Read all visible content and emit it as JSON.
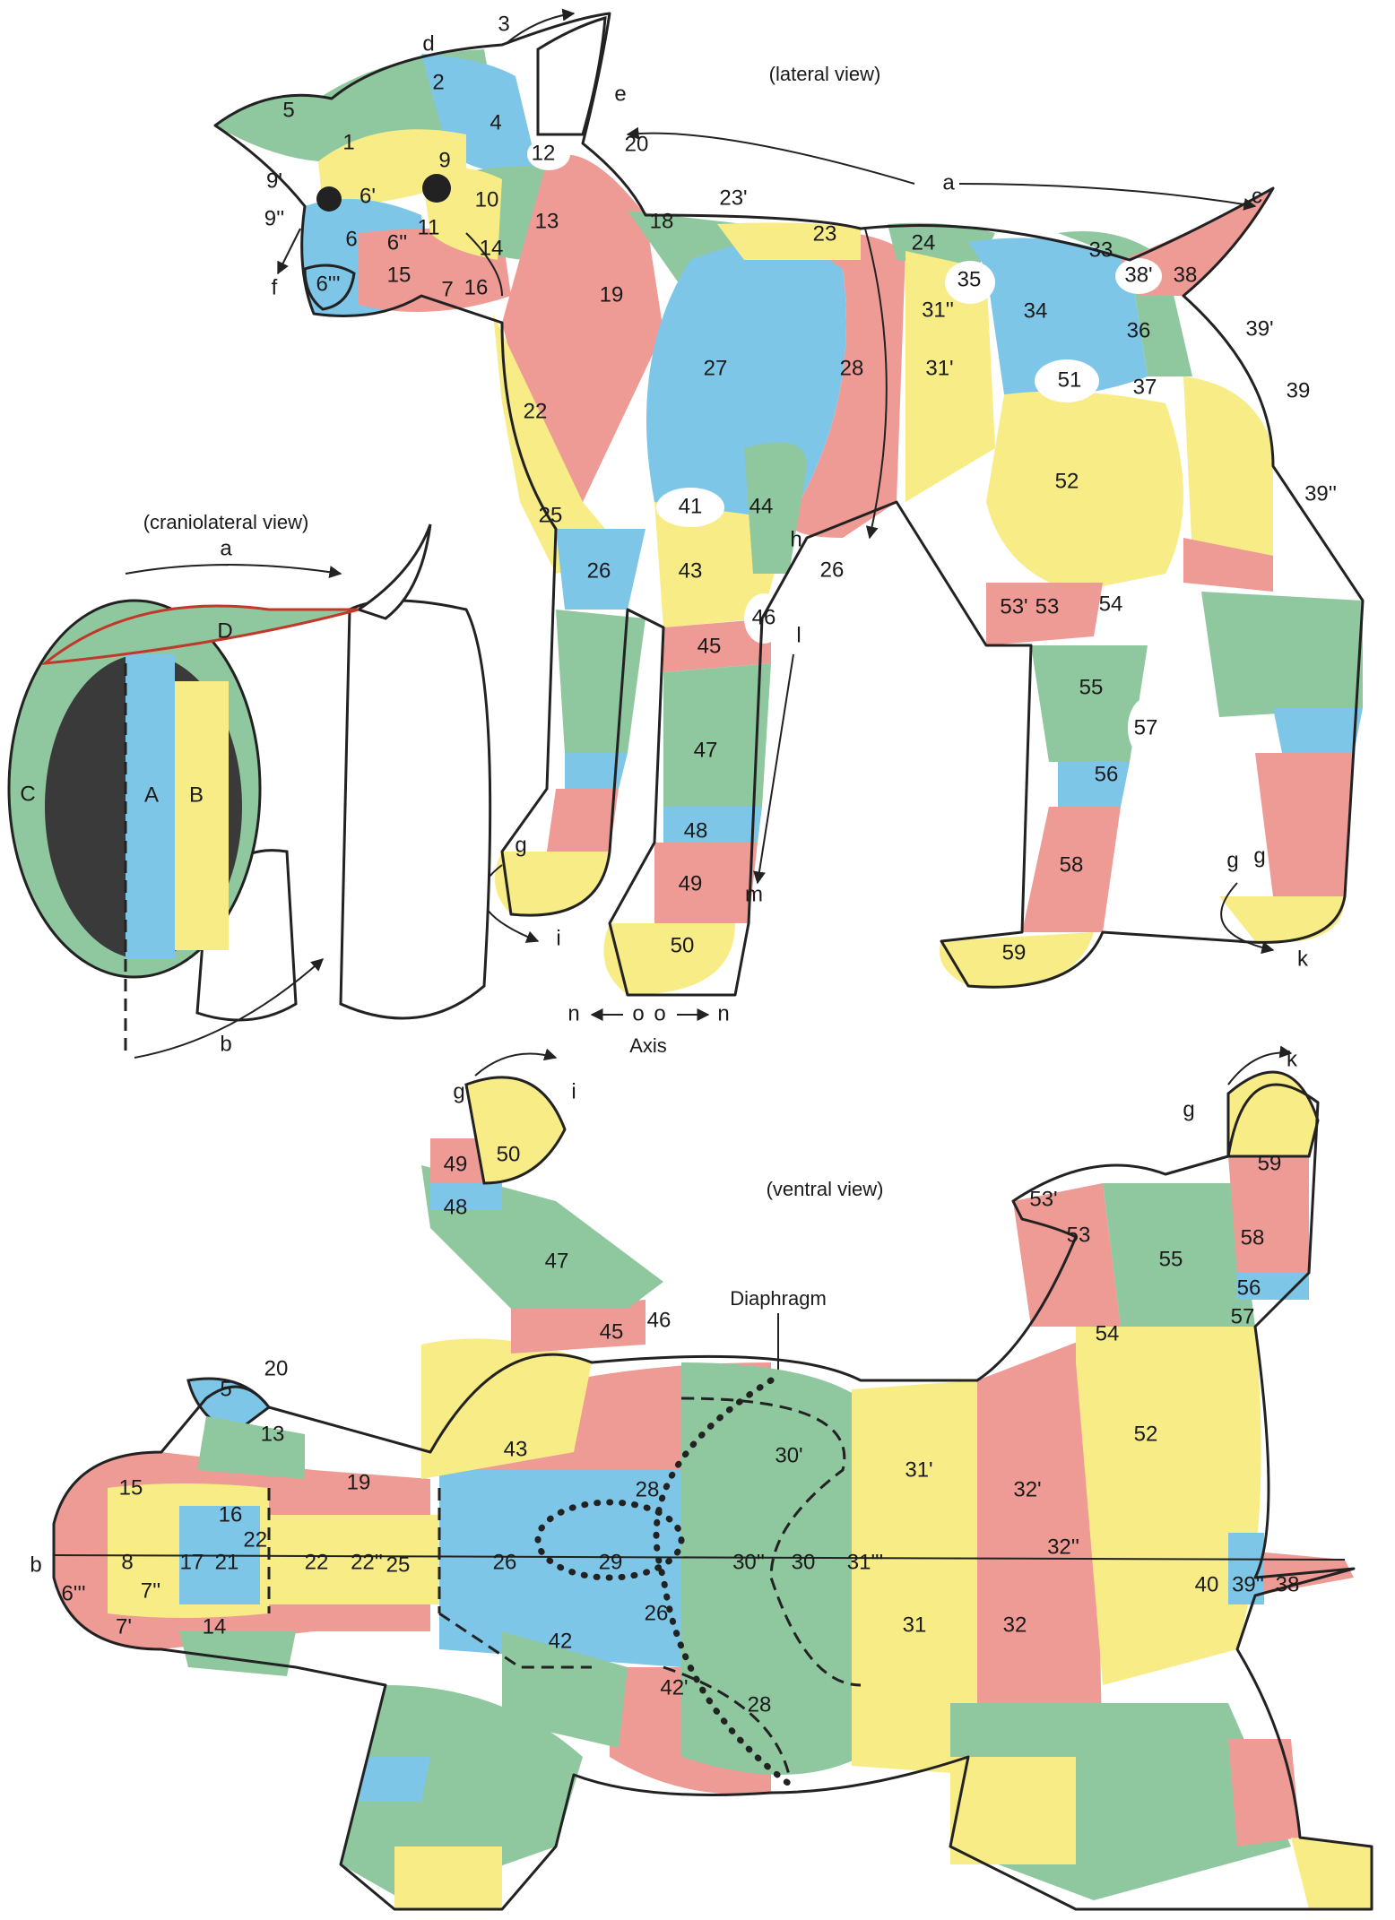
{
  "colors": {
    "green": "#8fc79f",
    "blue": "#7ec6e8",
    "yellow": "#f7ec86",
    "red": "#ee9b96",
    "white": "#ffffff",
    "red_line": "#c0392b"
  },
  "captions": {
    "lateral": "(lateral view)",
    "craniolateral": "(craniolateral view)",
    "ventral": "(ventral view)",
    "axis": "Axis",
    "diaphragm": "Diaphragm"
  },
  "lateral_labels": [
    "1",
    "2",
    "3",
    "4",
    "5",
    "6",
    "6'",
    "6''",
    "6'''",
    "7",
    "9",
    "9'",
    "9''",
    "10",
    "11",
    "12",
    "13",
    "14",
    "15",
    "16",
    "18",
    "19",
    "20",
    "22",
    "23",
    "23'",
    "24",
    "25",
    "26",
    "26",
    "27",
    "28",
    "31'",
    "31''",
    "33",
    "34",
    "35",
    "36",
    "37",
    "38",
    "38'",
    "39",
    "39'",
    "39''",
    "41",
    "43",
    "44",
    "45",
    "46",
    "47",
    "48",
    "49",
    "50",
    "51",
    "52",
    "53",
    "53'",
    "54",
    "55",
    "56",
    "57",
    "58",
    "59"
  ],
  "lateral_letters": [
    "a",
    "c",
    "d",
    "e",
    "f",
    "g",
    "g",
    "g",
    "h",
    "i",
    "k",
    "l",
    "m",
    "n",
    "o",
    "o",
    "n"
  ],
  "craniolateral_labels": [
    "A",
    "B",
    "C",
    "D",
    "a",
    "b"
  ],
  "ventral_labels": [
    "5",
    "6'''",
    "7'",
    "7''",
    "8",
    "13",
    "14",
    "15",
    "16",
    "17",
    "19",
    "20",
    "21",
    "22",
    "22'",
    "22''",
    "25",
    "26",
    "26",
    "28",
    "28",
    "29",
    "30",
    "30'",
    "30''",
    "31",
    "31'",
    "31'''",
    "32",
    "32'",
    "32''",
    "38",
    "39''",
    "40",
    "42",
    "42'",
    "43",
    "45",
    "46",
    "47",
    "48",
    "49",
    "50",
    "52",
    "53",
    "53'",
    "54",
    "55",
    "56",
    "57",
    "58",
    "59"
  ],
  "ventral_letters": [
    "b",
    "g",
    "i",
    "g",
    "k"
  ]
}
